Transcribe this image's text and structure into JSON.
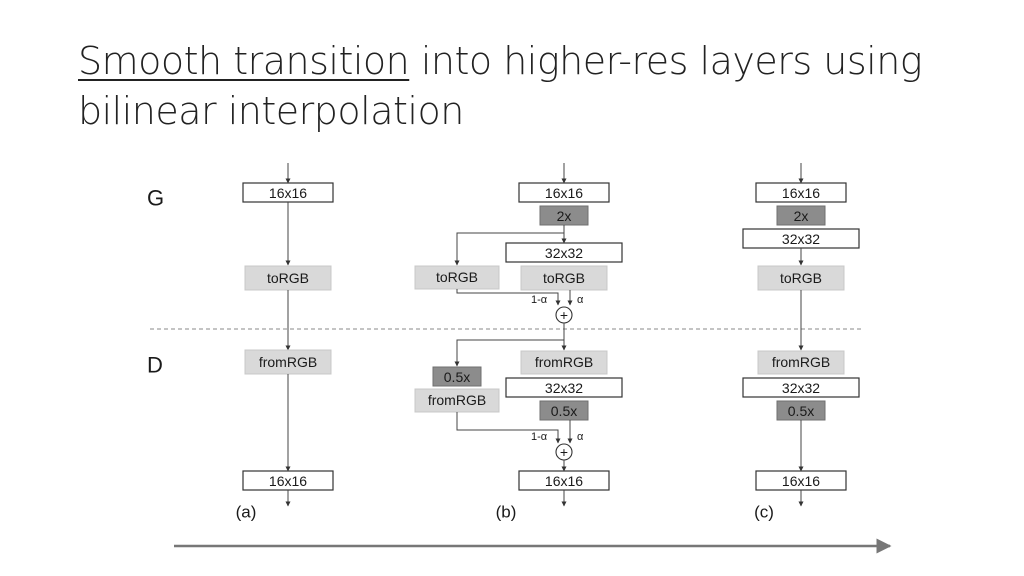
{
  "title": {
    "highlight": "Smooth transition",
    "rest_line1": " into higher-res layers using",
    "line2": "bilinear interpolation"
  },
  "labels": {
    "generator": "G",
    "discriminator": "D",
    "sum_symbol": "+",
    "one_minus_alpha": "1-α",
    "alpha": "α"
  },
  "panels": [
    {
      "caption": "(a)",
      "g_top": "16x16",
      "g_torgb": "toRGB",
      "d_fromrgb": "fromRGB",
      "d_bottom": "16x16"
    },
    {
      "caption": "(b)",
      "g_top": "16x16",
      "g_up": "2x",
      "g_32": "32x32",
      "g_torgb_low": "toRGB",
      "g_torgb_high": "toRGB",
      "d_fromrgb_high": "fromRGB",
      "d_32": "32x32",
      "d_down_high": "0.5x",
      "d_down_low": "0.5x",
      "d_fromrgb_low": "fromRGB",
      "d_bottom": "16x16"
    },
    {
      "caption": "(c)",
      "g_top": "16x16",
      "g_up": "2x",
      "g_32": "32x32",
      "g_torgb": "toRGB",
      "d_fromrgb": "fromRGB",
      "d_32": "32x32",
      "d_down": "0.5x",
      "d_bottom": "16x16"
    }
  ]
}
